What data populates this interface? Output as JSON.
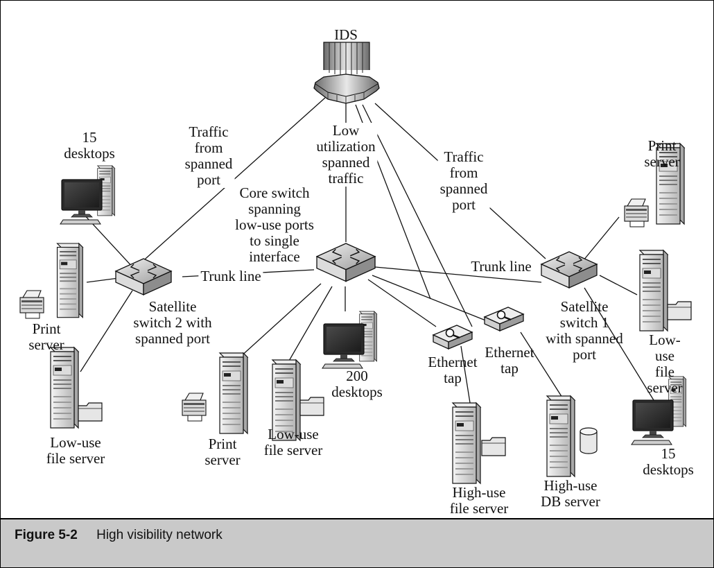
{
  "labels": {
    "ids": "IDS",
    "low_util": "Low\nutilization\nspanned\ntraffic",
    "traffic_left": "Traffic\nfrom\nspanned\nport",
    "traffic_right": "Traffic\nfrom\nspanned\nport",
    "core_switch": "Core switch\nspanning\nlow-use ports\nto single\ninterface",
    "trunk_left": "Trunk line",
    "trunk_right": "Trunk line",
    "sat2": "Satellite\nswitch 2 with\nspanned port",
    "sat1": "Satellite\nswitch 1\nwith spanned\nport",
    "desktops_15_left": "15\ndesktops",
    "desktops_15_right": "15\ndesktops",
    "desktops_200": "200\ndesktops",
    "print_left": "Print\nserver",
    "print_right": "Print\nserver",
    "print_center": "Print\nserver",
    "lowuse_left": "Low-use\nfile server",
    "lowuse_center": "Low-use\nfile server",
    "lowuse_right": "Low-use\nfile server",
    "eth_tap_1": "Ethernet\ntap",
    "eth_tap_2": "Ethernet\ntap",
    "highuse_file": "High-use\nfile server",
    "highuse_db": "High-use\nDB server"
  },
  "caption": {
    "figure_number": "Figure 5-2",
    "title": "High visibility network"
  }
}
